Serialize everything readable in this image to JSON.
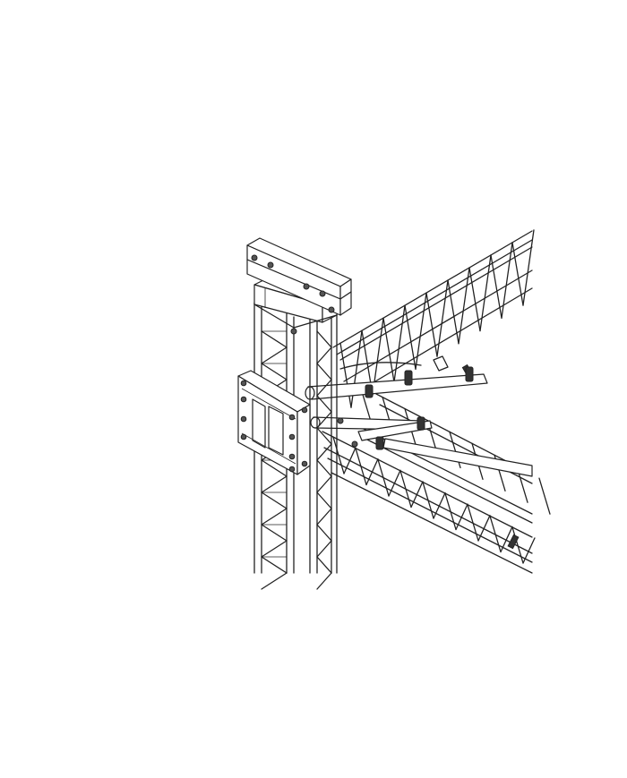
{
  "figure": {
    "background": "#ffffff",
    "line_color": "#222222",
    "parts": [
      {
        "id": "top-beam",
        "icon": "i-beam-clamp"
      },
      {
        "id": "hoist-block",
        "icon": "sleeve-block"
      },
      {
        "id": "vertical-tower",
        "icon": "square-truss"
      },
      {
        "id": "corner-plate",
        "icon": "base-plate"
      },
      {
        "id": "diagonal-truss",
        "icon": "triangular-truss"
      },
      {
        "id": "lower-truss",
        "icon": "square-truss"
      },
      {
        "id": "tube-brace",
        "icon": "tube-coupler"
      }
    ]
  }
}
